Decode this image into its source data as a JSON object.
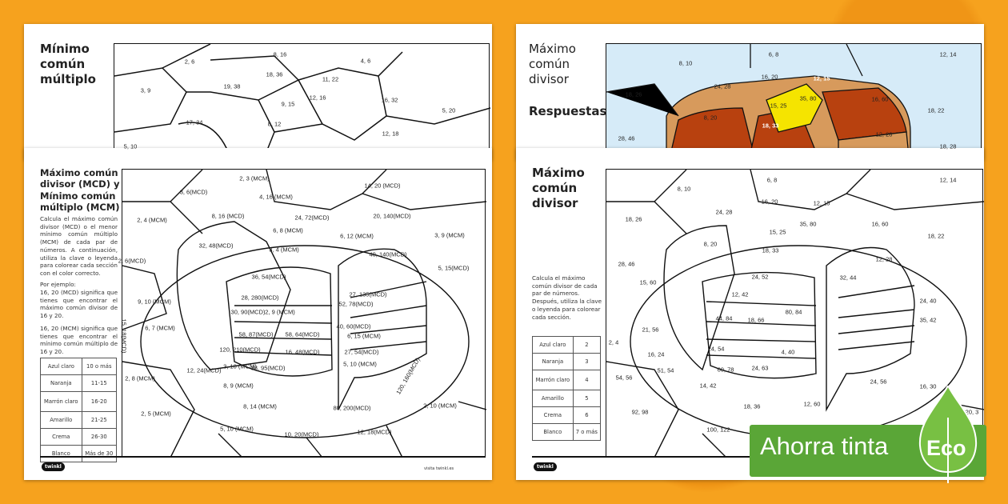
{
  "back_left": {
    "title": "Mínimo común múltiplo",
    "labels": [
      "2, 6",
      "8, 16",
      "4, 6",
      "18, 36",
      "11, 22",
      "19, 38",
      "3, 9",
      "12, 16",
      "16, 32",
      "9, 15",
      "5, 20",
      "17, 34",
      "8, 12",
      "12, 18",
      "5, 10"
    ]
  },
  "back_right": {
    "title": "Máximo común divisor",
    "subtitle": "Respuestas",
    "labels": [
      "6, 8",
      "8, 10",
      "12, 14",
      "16, 20",
      "12, 15",
      "24, 28",
      "35, 80",
      "18, 26",
      "16, 60",
      "15, 25",
      "18, 22",
      "8, 20",
      "18, 33",
      "12, 28",
      "28, 46",
      "18, 28"
    ],
    "colors": {
      "light_blue": "#d6ebf8",
      "brown": "#b8410f",
      "tan": "#d79a5c",
      "yellow": "#f5e400"
    }
  },
  "front_left": {
    "title": "Máximo común divisor (MCD) y Mínimo común múltiplo (MCM)",
    "instructions": "Calcula el máximo común divisor (MCD) o el menor mínimo común múltiplo (MCM) de cada par de números. A continuación, utiliza la clave o leyenda para colorear cada sección con el color correcto.",
    "example_heading": "Por ejemplo:",
    "example_1": "16, 20 (MCD) significa que tienes que encontrar el máximo común divisor de 16 y 20.",
    "example_2": "16, 20 (MCM) significa que tienes que encontrar el mínimo común múltiplo de 16 y 20.",
    "key": [
      [
        "Azul claro",
        "10 o más"
      ],
      [
        "Naranja",
        "11-15"
      ],
      [
        "Marrón claro",
        "16-20"
      ],
      [
        "Amarillo",
        "21-25"
      ],
      [
        "Crema",
        "26-30"
      ],
      [
        "Blanco",
        "Más de 30"
      ]
    ],
    "logo": "twinkl",
    "footer_link": "visita twinkl.es",
    "labels": [
      "2, 3 (MCM)",
      "3, 6(MCD)",
      "4, 16 (MCM)",
      "14, 20 (MCD)",
      "2, 4 (MCM)",
      "8, 16 (MCD)",
      "24, 72(MCD)",
      "20, 140(MCD)",
      "6, 8 (MCM)",
      "3, 9 (MCM)",
      "32, 48(MCD)",
      "6, 12 (MCM)",
      "2, 6(MCD)",
      "3, 4 (MCM)",
      "40, 140(MCD)",
      "5, 15(MCD)",
      "36, 54(MCD)",
      "9, 10 (MCM)",
      "28, 280(MCD)",
      "27, 135(MCD)",
      "2, 9 (MCM)",
      "30, 90(MCD)",
      "6, 7 (MCM)",
      "58, 87(MCD)",
      "58, 64(MCD)",
      "52, 78(MCD)",
      "40, 60(MCD)",
      "6, 15 (MCM)",
      "120, 210(MCD)",
      "16, 48(MCD)",
      "27, 54(MCD)",
      "12, 24(MCD)",
      "3, 10 (MCM)",
      "38, 95(MCD)",
      "5, 10 (MCM)",
      "2, 8 (MCM)",
      "8, 9 (MCM)",
      "120, 160(MCD)",
      "8, 14 (MCM)",
      "80, 200(MCD)",
      "2, 10 (MCM)",
      "2, 5 (MCM)",
      "5, 10 (MCM)",
      "10, 20(MCD)",
      "12, 18(MCD)",
      "15, 18(MCD)"
    ]
  },
  "front_right": {
    "title": "Máximo común divisor",
    "instructions": "Calcula el máximo común divisor de cada par de números. Después, utiliza la clave o leyenda para colorear cada sección.",
    "key": [
      [
        "Azul claro",
        "2"
      ],
      [
        "Naranja",
        "3"
      ],
      [
        "Marrón claro",
        "4"
      ],
      [
        "Amarillo",
        "5"
      ],
      [
        "Crema",
        "6"
      ],
      [
        "Blanco",
        "7 o más"
      ]
    ],
    "logo": "twinkl",
    "labels": [
      "6, 8",
      "8, 10",
      "12, 14",
      "16, 20",
      "12, 15",
      "24, 28",
      "18, 26",
      "16, 60",
      "35, 80",
      "15, 25",
      "8, 20",
      "18, 22",
      "18, 33",
      "12, 28",
      "28, 46",
      "15, 60",
      "24, 52",
      "32, 44",
      "12, 42",
      "80, 84",
      "18, 66",
      "44, 84",
      "24, 40",
      "35, 42",
      "21, 56",
      "2, 4",
      "16, 24",
      "24, 54",
      "4, 40",
      "51, 54",
      "60, 78",
      "24, 63",
      "14, 42",
      "16, 30",
      "24, 56",
      "54, 56",
      "18, 36",
      "12, 60",
      "92, 98",
      "20, 3",
      "100, 122"
    ]
  },
  "eco_badge": {
    "text": "Ahorra tinta",
    "leaf_text": "Eco",
    "color": "#5aa637"
  }
}
